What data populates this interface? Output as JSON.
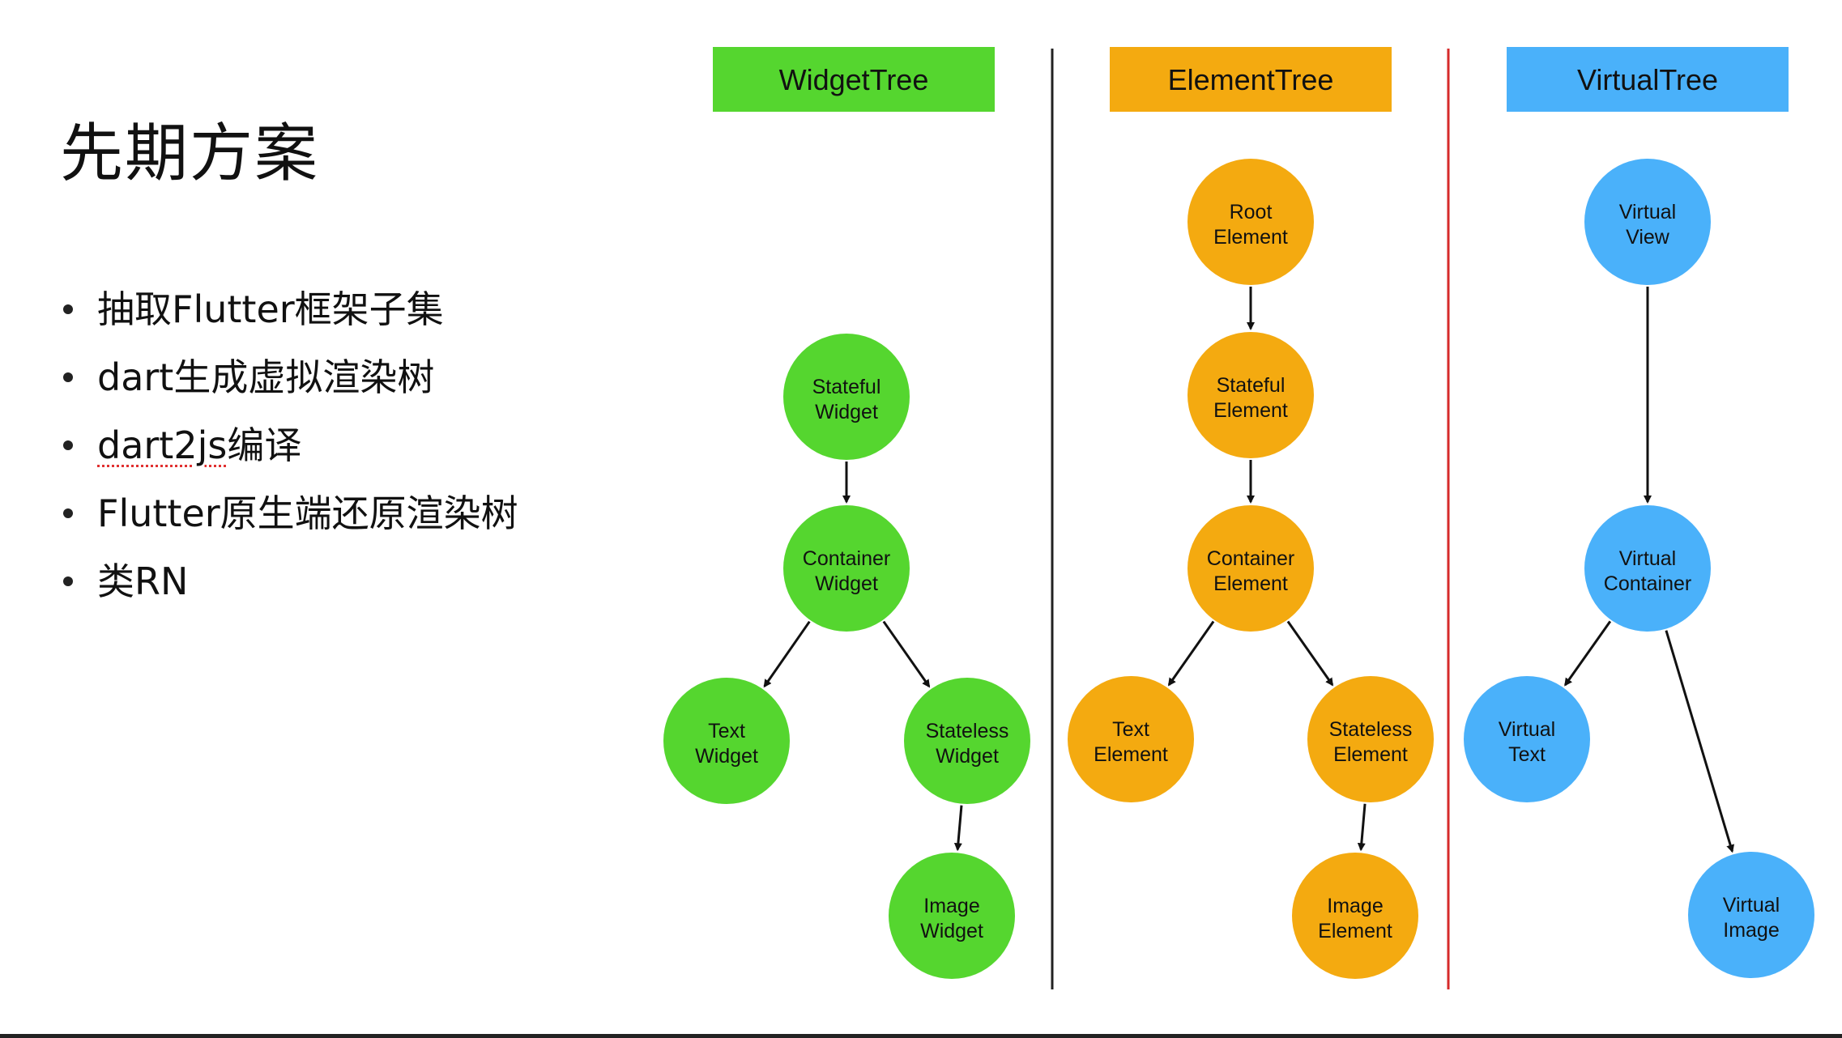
{
  "title": "先期方案",
  "bullets": [
    {
      "pre": "抽取Flutter框架子集",
      "spell": "",
      "post": ""
    },
    {
      "pre": "dart生成虚拟渲染树",
      "spell": "",
      "post": ""
    },
    {
      "pre": "",
      "spell": "dart2js",
      "post": "编译"
    },
    {
      "pre": "Flutter原生端还原渲染树",
      "spell": "",
      "post": ""
    },
    {
      "pre": "类RN",
      "spell": "",
      "post": ""
    }
  ],
  "colors": {
    "widget": "#55d62f",
    "element": "#f4aa10",
    "virtual": "#4ab1fa",
    "divider_black": "#222222",
    "divider_red": "#d62a2a",
    "arrow": "#111111",
    "text": "#111111"
  },
  "columns": [
    {
      "id": "widget",
      "header": "WidgetTree",
      "nodes": [
        {
          "id": "stateful",
          "line1": "Stateful",
          "line2": "Widget"
        },
        {
          "id": "container",
          "line1": "Container",
          "line2": "Widget"
        },
        {
          "id": "text",
          "line1": "Text",
          "line2": "Widget"
        },
        {
          "id": "stateless",
          "line1": "Stateless",
          "line2": "Widget"
        },
        {
          "id": "image",
          "line1": "Image",
          "line2": "Widget"
        }
      ],
      "edges": [
        [
          "stateful",
          "container"
        ],
        [
          "container",
          "text"
        ],
        [
          "container",
          "stateless"
        ],
        [
          "stateless",
          "image"
        ]
      ]
    },
    {
      "id": "element",
      "header": "ElementTree",
      "nodes": [
        {
          "id": "root",
          "line1": "Root",
          "line2": "Element"
        },
        {
          "id": "stateful",
          "line1": "Stateful",
          "line2": "Element"
        },
        {
          "id": "container",
          "line1": "Container",
          "line2": "Element"
        },
        {
          "id": "text",
          "line1": "Text",
          "line2": "Element"
        },
        {
          "id": "stateless",
          "line1": "Stateless",
          "line2": "Element"
        },
        {
          "id": "image",
          "line1": "Image",
          "line2": "Element"
        }
      ],
      "edges": [
        [
          "root",
          "stateful"
        ],
        [
          "stateful",
          "container"
        ],
        [
          "container",
          "text"
        ],
        [
          "container",
          "stateless"
        ],
        [
          "stateless",
          "image"
        ]
      ]
    },
    {
      "id": "virtual",
      "header": "VirtualTree",
      "nodes": [
        {
          "id": "view",
          "line1": "Virtual",
          "line2": "View"
        },
        {
          "id": "container",
          "line1": "Virtual",
          "line2": "Container"
        },
        {
          "id": "text",
          "line1": "Virtual",
          "line2": "Text"
        },
        {
          "id": "image",
          "line1": "Virtual",
          "line2": "Image"
        }
      ],
      "edges": [
        [
          "view",
          "container"
        ],
        [
          "container",
          "text"
        ],
        [
          "container",
          "image"
        ]
      ]
    }
  ]
}
